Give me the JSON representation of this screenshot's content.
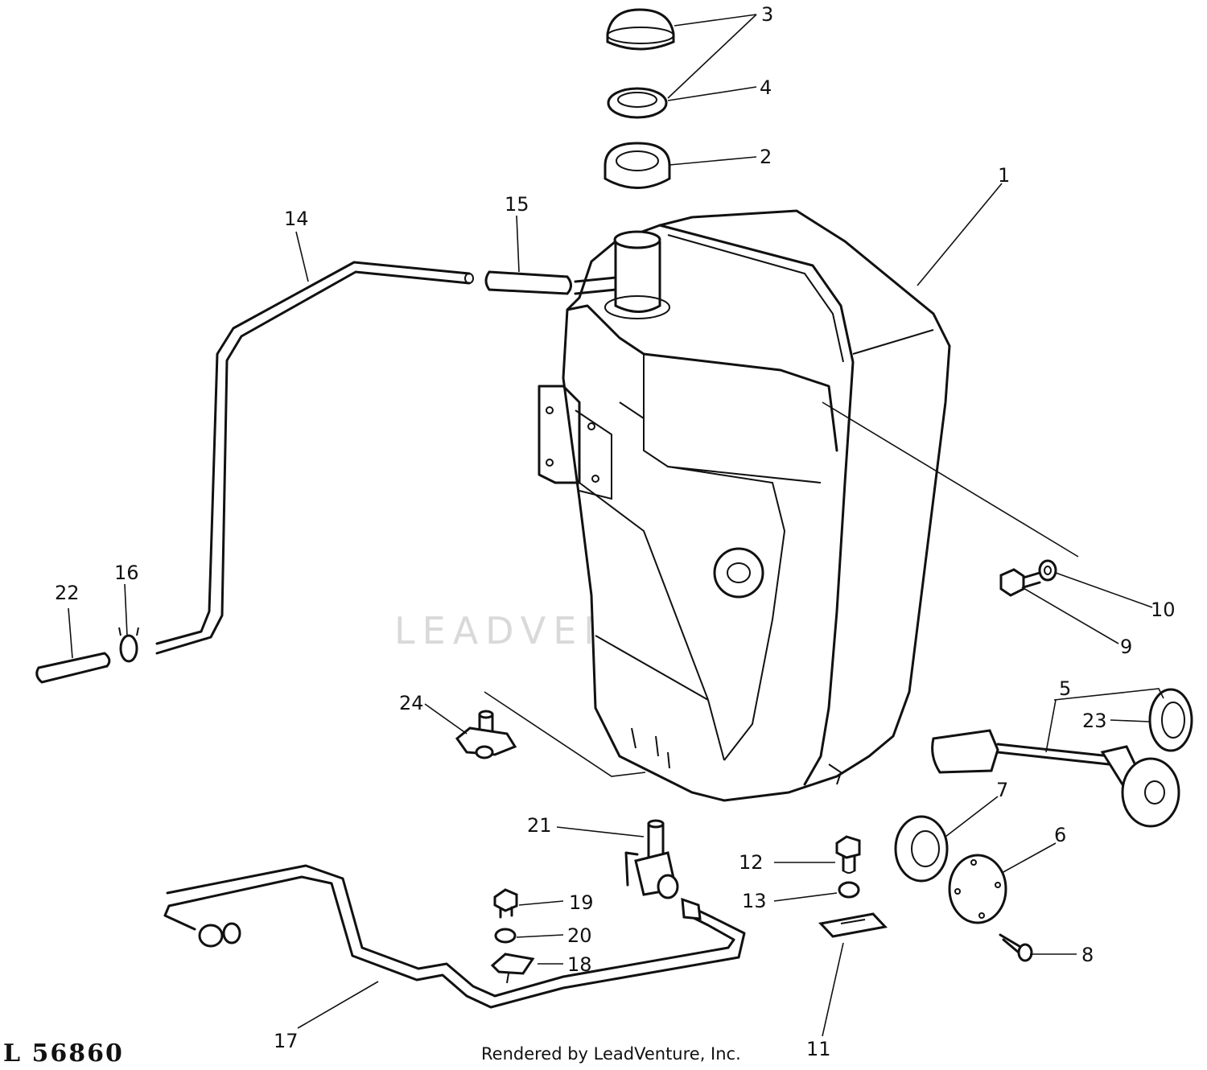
{
  "figure_id": "L   56860",
  "credit": "Rendered by LeadVenture, Inc.",
  "watermark": "LEADVENTURE",
  "callouts": {
    "c1": "1",
    "c2": "2",
    "c3": "3",
    "c4": "4",
    "c5": "5",
    "c6": "6",
    "c7": "7",
    "c8": "8",
    "c9": "9",
    "c10": "10",
    "c11": "11",
    "c12": "12",
    "c13": "13",
    "c14": "14",
    "c15": "15",
    "c16": "16",
    "c17": "17",
    "c18": "18",
    "c19": "19",
    "c20": "20",
    "c21": "21",
    "c22": "22",
    "c23": "23",
    "c24": "24"
  }
}
